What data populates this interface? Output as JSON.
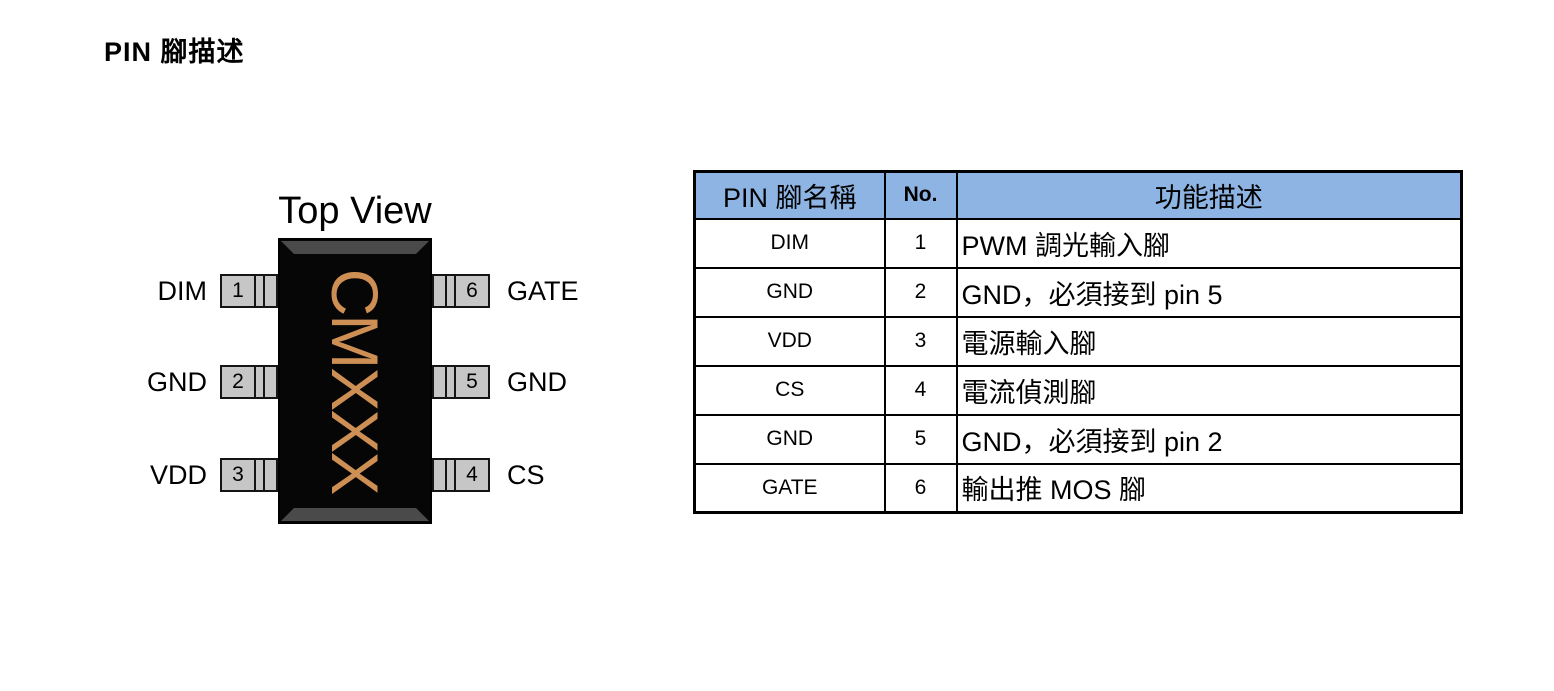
{
  "page": {
    "title": "PIN 腳描述"
  },
  "colors": {
    "table_header_bg": "#8DB4E2",
    "chip_marking": "#CE8F55",
    "pin_fill": "#C6C6C6",
    "chip_body": "#060606",
    "chip_bevel": "#4A4A4A"
  },
  "diagram": {
    "title": "Top View",
    "chip_marking": "CMXXX",
    "pins_left": [
      {
        "name": "DIM",
        "number": "1"
      },
      {
        "name": "GND",
        "number": "2"
      },
      {
        "name": "VDD",
        "number": "3"
      }
    ],
    "pins_right": [
      {
        "name": "GATE",
        "number": "6"
      },
      {
        "name": "GND",
        "number": "5"
      },
      {
        "name": "CS",
        "number": "4"
      }
    ]
  },
  "table": {
    "header": {
      "col1": "PIN 腳名稱",
      "col2": "No.",
      "col3": "功能描述"
    },
    "rows": [
      {
        "name": "DIM",
        "no": "1",
        "desc": "PWM 調光輸入腳"
      },
      {
        "name": "GND",
        "no": "2",
        "desc": "GND，必須接到 pin 5"
      },
      {
        "name": "VDD",
        "no": "3",
        "desc": "電源輸入腳"
      },
      {
        "name": "CS",
        "no": "4",
        "desc": "電流偵測腳"
      },
      {
        "name": "GND",
        "no": "5",
        "desc": "GND，必須接到 pin 2"
      },
      {
        "name": "GATE",
        "no": "6",
        "desc": "輸出推 MOS 腳"
      }
    ]
  }
}
